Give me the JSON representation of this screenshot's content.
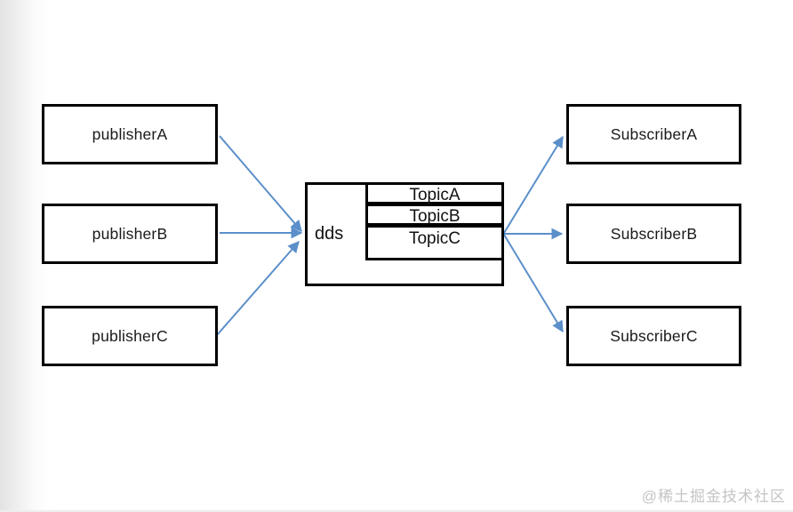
{
  "diagram": {
    "publishers": [
      {
        "id": "publisherA",
        "label": "publisherA"
      },
      {
        "id": "publisherB",
        "label": "publisherB"
      },
      {
        "id": "publisherC",
        "label": "publisherC"
      }
    ],
    "dds": {
      "label": "dds",
      "topics": [
        {
          "label": "TopicA"
        },
        {
          "label": "TopicB"
        },
        {
          "label": "TopicC"
        }
      ]
    },
    "subscribers": [
      {
        "id": "SubscriberA",
        "label": "SubscriberA"
      },
      {
        "id": "SubscriberB",
        "label": "SubscriberB"
      },
      {
        "id": "SubscriberC",
        "label": "SubscriberC"
      }
    ],
    "connections": [
      {
        "from": "publisherA",
        "to": "dds"
      },
      {
        "from": "publisherB",
        "to": "dds"
      },
      {
        "from": "publisherC",
        "to": "dds"
      },
      {
        "from": "dds",
        "to": "SubscriberA"
      },
      {
        "from": "dds",
        "to": "SubscriberB"
      },
      {
        "from": "dds",
        "to": "SubscriberC"
      }
    ]
  },
  "colors": {
    "arrow": "#5b8fc9",
    "box_border": "#000000",
    "background": "#ffffff",
    "watermark": "#c5c5c5"
  },
  "watermark": {
    "text": "@稀土掘金技术社区"
  }
}
